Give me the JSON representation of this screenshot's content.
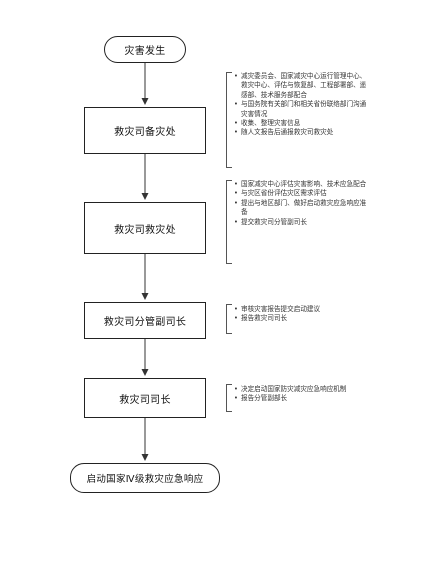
{
  "flow": {
    "start": "灾害发生",
    "step1": "救灾司备灾处",
    "step2": "救灾司救灾处",
    "step3": "救灾司分管副司长",
    "step4": "救灾司司长",
    "end": "启动国家Ⅳ级救灾应急响应"
  },
  "notes": {
    "step1": [
      "减灾委员会、国家减灾中心运行管理中心、救灾中心、评估与恢复部、工程部署部、遥感部、技术服务部配合",
      "与国务院有关部门和相关省份联络部门沟通灾害情况",
      "收集、整理灾害信息",
      "随人文报告后通报救灾司救灾处"
    ],
    "step2": [
      "国家减灾中心评估灾害影响、技术应急配合",
      "与灾区省份评估灾区需求评估",
      "提出与地区部门、做好启动救灾应急响应准备",
      "提交救灾司分管副司长"
    ],
    "step3": [
      "审核灾害报告提交启动建议",
      "报告救灾司司长"
    ],
    "step4": [
      "决定启动国家防灾减灾应急响应机制",
      "报告分管副部长"
    ]
  }
}
